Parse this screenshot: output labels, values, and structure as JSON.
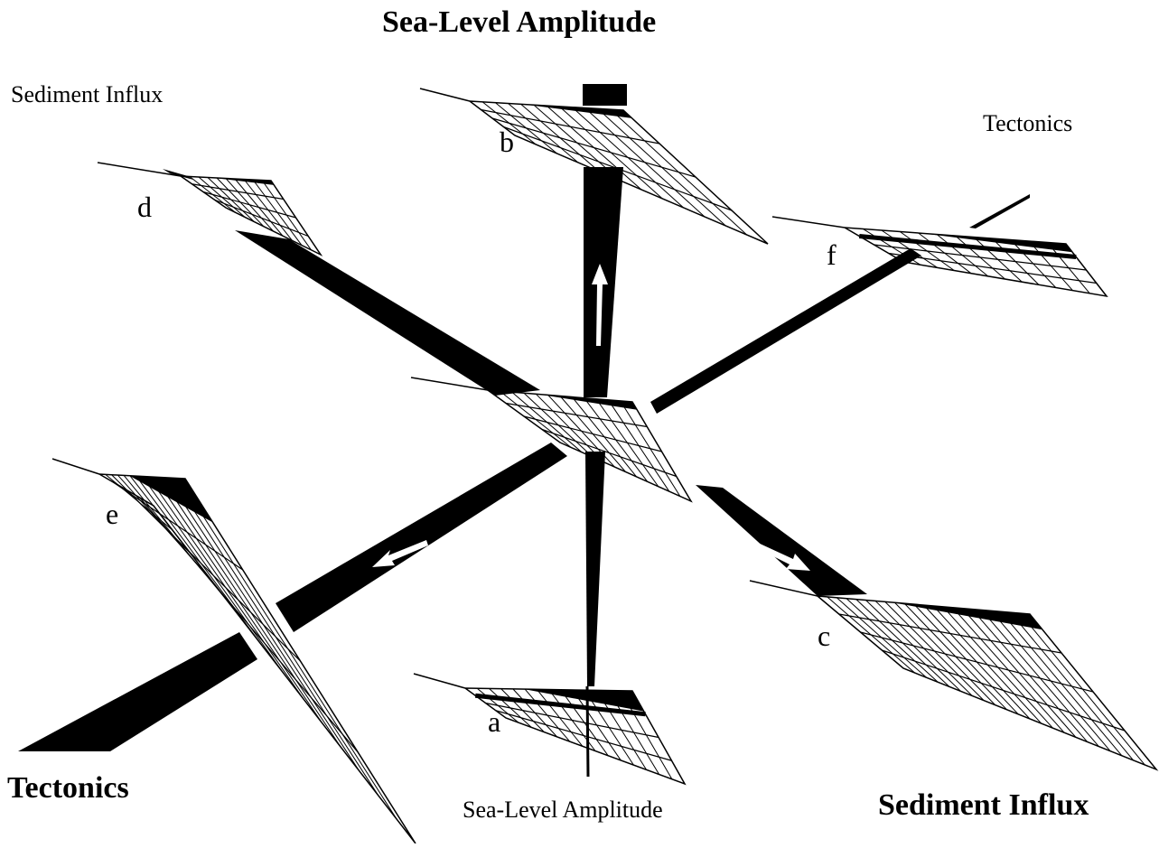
{
  "labels": {
    "top_title": "Sea-Level Amplitude",
    "top_left": "Sediment Influx",
    "top_right": "Tectonics",
    "bottom_left": "Tectonics",
    "bottom_center": "Sea-Level Amplitude",
    "bottom_right": "Sediment Influx"
  },
  "panels": [
    {
      "id": "a",
      "letter": "a"
    },
    {
      "id": "b",
      "letter": "b"
    },
    {
      "id": "c",
      "letter": "c"
    },
    {
      "id": "d",
      "letter": "d"
    },
    {
      "id": "e",
      "letter": "e"
    },
    {
      "id": "f",
      "letter": "f"
    }
  ],
  "colors": {
    "ink": "#000000",
    "paper": "#ffffff"
  }
}
